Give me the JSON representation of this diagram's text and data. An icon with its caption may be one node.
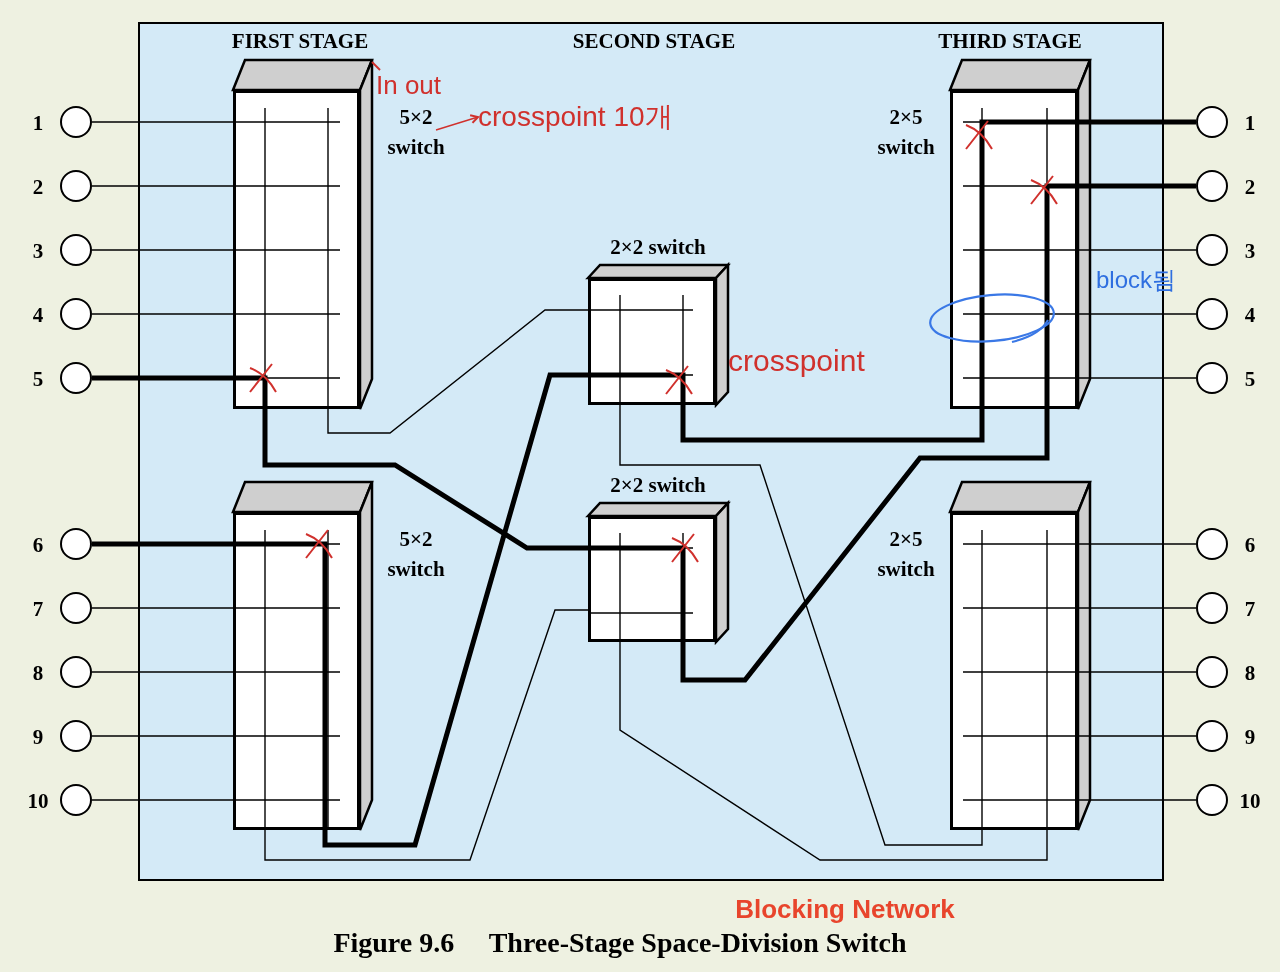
{
  "diagram": {
    "caption": "Figure 9.6     Three-Stage Space-Division Switch",
    "nodes": [
      {
        "text": [
          "5×2 switch"
        ]
      },
      {
        "text": [
          "5×2 switch"
        ]
      },
      {
        "text": [
          "2×2 switch"
        ]
      },
      {
        "text": [
          "2×2 switch"
        ]
      },
      {
        "text": [
          "2×5 switch"
        ]
      },
      {
        "text": [
          "2×5 switch"
        ]
      },
      {
        "text": [],
        "shape": "circle",
        "beside": [
          "1"
        ]
      },
      {
        "text": [],
        "shape": "circle",
        "beside": [
          "2"
        ]
      },
      {
        "text": [],
        "shape": "circle",
        "beside": [
          "3"
        ]
      },
      {
        "text": [],
        "shape": "circle",
        "beside": [
          "4"
        ]
      },
      {
        "text": [],
        "shape": "circle",
        "beside": [
          "5"
        ]
      },
      {
        "text": [],
        "shape": "circle",
        "beside": [
          "6"
        ]
      },
      {
        "text": [],
        "shape": "circle",
        "beside": [
          "7"
        ]
      },
      {
        "text": [],
        "shape": "circle",
        "beside": [
          "8"
        ]
      },
      {
        "text": [],
        "shape": "circle",
        "beside": [
          "9"
        ]
      },
      {
        "text": [],
        "shape": "circle",
        "beside": [
          "10"
        ]
      },
      {
        "text": [],
        "shape": "circle",
        "beside": [
          "1"
        ]
      },
      {
        "text": [],
        "shape": "circle",
        "beside": [
          "2"
        ]
      },
      {
        "text": [],
        "shape": "circle",
        "beside": [
          "3"
        ]
      },
      {
        "text": [],
        "shape": "circle",
        "beside": [
          "4"
        ]
      },
      {
        "text": [],
        "shape": "circle",
        "beside": [
          "5"
        ]
      },
      {
        "text": [],
        "shape": "circle",
        "beside": [
          "6"
        ]
      },
      {
        "text": [],
        "shape": "circle",
        "beside": [
          "7"
        ]
      },
      {
        "text": [],
        "shape": "circle",
        "beside": [
          "8"
        ]
      },
      {
        "text": [],
        "shape": "circle",
        "beside": [
          "9"
        ]
      },
      {
        "text": [],
        "shape": "circle",
        "beside": [
          "10"
        ]
      },
      {
        "text": [
          "crosspoint 10개"
        ]
      }
    ],
    "edges": [
      {
        "from": 6,
        "to": 0,
        "arrow": "none"
      },
      {
        "from": 7,
        "to": 0,
        "arrow": "none"
      },
      {
        "from": 8,
        "to": 0,
        "arrow": "none"
      },
      {
        "from": 9,
        "to": 0,
        "arrow": "none"
      },
      {
        "from": 10,
        "to": 0,
        "arrow": "none",
        "style": "thick"
      },
      {
        "from": 11,
        "to": 1,
        "arrow": "none",
        "style": "thick"
      },
      {
        "from": 12,
        "to": 1,
        "arrow": "none"
      },
      {
        "from": 13,
        "to": 1,
        "arrow": "none"
      },
      {
        "from": 14,
        "to": 1,
        "arrow": "none"
      },
      {
        "from": 15,
        "to": 1,
        "arrow": "none"
      },
      {
        "from": 4,
        "to": 16,
        "arrow": "none",
        "style": "thick"
      },
      {
        "from": 4,
        "to": 17,
        "arrow": "none",
        "style": "thick"
      },
      {
        "from": 4,
        "to": 18,
        "arrow": "none"
      },
      {
        "from": 4,
        "to": 19,
        "arrow": "none"
      },
      {
        "from": 4,
        "to": 20,
        "arrow": "none"
      },
      {
        "from": 5,
        "to": 21,
        "arrow": "none"
      },
      {
        "from": 5,
        "to": 22,
        "arrow": "none"
      },
      {
        "from": 5,
        "to": 23,
        "arrow": "none"
      },
      {
        "from": 5,
        "to": 24,
        "arrow": "none"
      },
      {
        "from": 5,
        "to": 25,
        "arrow": "none"
      },
      {
        "from": 0,
        "to": 2,
        "arrow": "none"
      },
      {
        "from": 0,
        "to": 3,
        "arrow": "none",
        "style": "thick"
      },
      {
        "from": 1,
        "to": 2,
        "arrow": "none",
        "style": "thick"
      },
      {
        "from": 1,
        "to": 3,
        "arrow": "none"
      },
      {
        "from": 2,
        "to": 4,
        "arrow": "none",
        "style": "thick"
      },
      {
        "from": 2,
        "to": 5,
        "arrow": "none"
      },
      {
        "from": 3,
        "to": 4,
        "arrow": "none",
        "style": "thick"
      },
      {
        "from": 3,
        "to": 5,
        "arrow": "none"
      },
      {
        "from": 0,
        "to": 26,
        "arrow": "to",
        "color": "#d0312d"
      }
    ],
    "labels": [
      "FIRST STAGE",
      "SECOND STAGE",
      "THIRD STAGE",
      "In out",
      "crosspoint",
      "block됨",
      "Blocking Network"
    ]
  }
}
